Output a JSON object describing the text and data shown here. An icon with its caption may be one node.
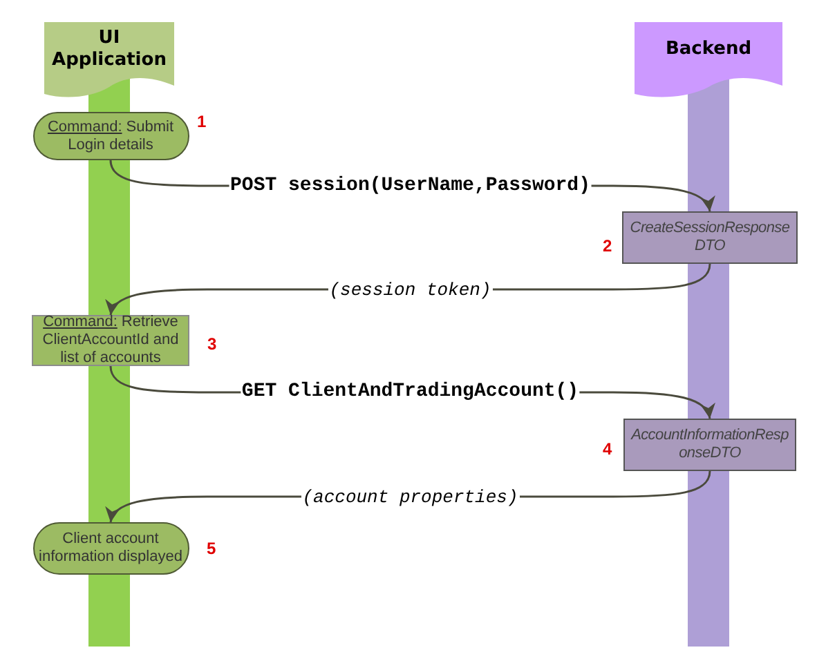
{
  "diagram": {
    "nodes": [
      {
        "text": [
          "UI Application"
        ]
      },
      {
        "text": [
          "Backend"
        ]
      },
      {
        "text": [
          "Command: Submit Login details"
        ],
        "beside": [
          "1"
        ],
        "in": 0
      },
      {
        "text": [
          "CreateSessionResponse DTO"
        ],
        "beside": [
          "2"
        ],
        "in": 1
      },
      {
        "text": [
          "Command: Retrieve ClientAccountId and list of accounts"
        ],
        "beside": [
          "3"
        ],
        "in": 0
      },
      {
        "text": [
          "AccountInformationResponseDTO"
        ],
        "beside": [
          "4"
        ],
        "in": 1
      },
      {
        "text": [
          "Client account information displayed"
        ],
        "beside": [
          "5"
        ],
        "in": 0
      }
    ],
    "edges": [
      {
        "from": 2,
        "to": 3,
        "arrow": "to",
        "label": "POST session(UserName,Password)"
      },
      {
        "from": 3,
        "to": 4,
        "arrow": "to",
        "label": "(session token)"
      },
      {
        "from": 4,
        "to": 5,
        "arrow": "to",
        "label": "GET ClientAndTradingAccount()"
      },
      {
        "from": 5,
        "to": 6,
        "arrow": "to",
        "label": "(account properties)"
      }
    ]
  }
}
